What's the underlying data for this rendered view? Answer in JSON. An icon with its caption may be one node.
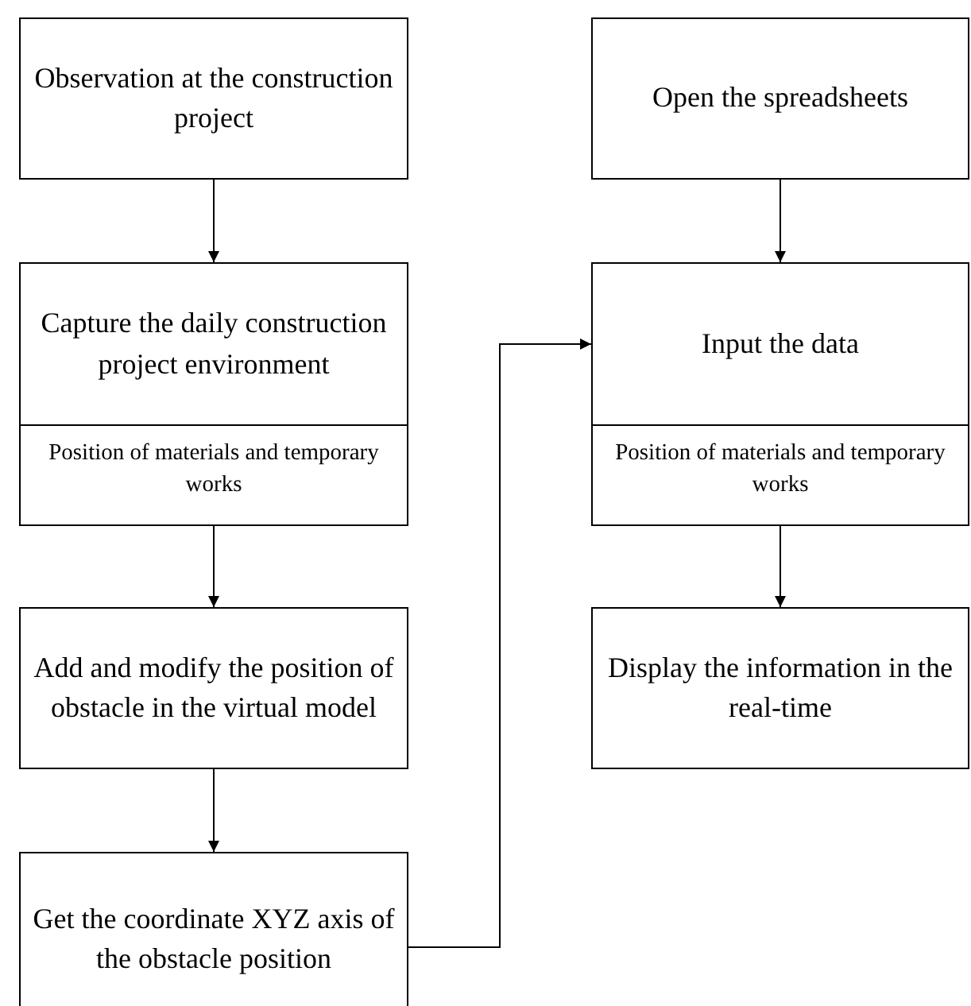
{
  "diagram": {
    "nodes": [
      {
        "text": [
          "Observation at the construction project"
        ]
      },
      {
        "text": [
          "Capture the daily construction project environment",
          "Position of materials and temporary works"
        ]
      },
      {
        "text": [
          "Add and modify the position of obstacle in the virtual model"
        ]
      },
      {
        "text": [
          "Get the coordinate XYZ axis of the obstacle position"
        ]
      },
      {
        "text": [
          "Open the spreadsheets"
        ]
      },
      {
        "text": [
          "Input the data",
          "Position of materials and temporary works"
        ]
      },
      {
        "text": [
          "Display the information in the real-time"
        ]
      }
    ],
    "edges": [
      {
        "from": 0,
        "to": 1,
        "arrow": "to"
      },
      {
        "from": 1,
        "to": 2,
        "arrow": "to"
      },
      {
        "from": 2,
        "to": 3,
        "arrow": "to"
      },
      {
        "from": 3,
        "to": 5,
        "arrow": "to"
      },
      {
        "from": 4,
        "to": 5,
        "arrow": "to"
      },
      {
        "from": 5,
        "to": 6,
        "arrow": "to"
      }
    ]
  }
}
